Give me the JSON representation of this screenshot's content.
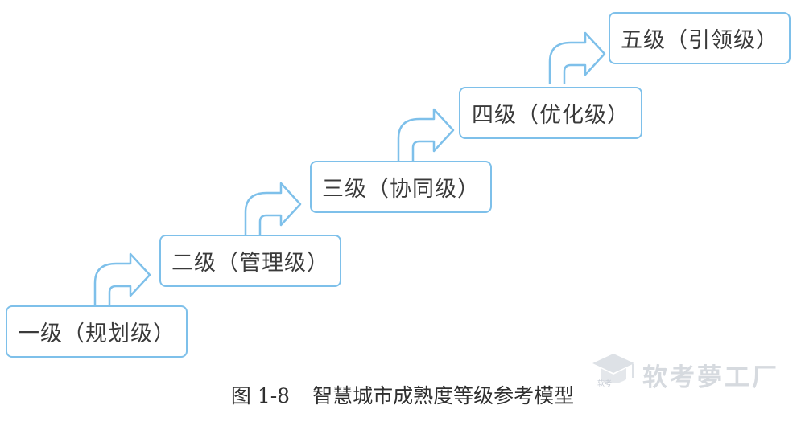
{
  "levels": [
    {
      "label": "一级（规划级）"
    },
    {
      "label": "二级（管理级）"
    },
    {
      "label": "三级（协同级）"
    },
    {
      "label": "四级（优化级）"
    },
    {
      "label": "五级（引领级）"
    }
  ],
  "caption": {
    "figure_number": "图 1-8",
    "title": "智慧城市成熟度等级参考模型"
  },
  "watermark": {
    "text": "软考夢工厂",
    "sub_text": "软考"
  },
  "colors": {
    "box_border": "#7ec0ea",
    "arrow": "#7ec0ea",
    "text": "#3a3a3a"
  }
}
